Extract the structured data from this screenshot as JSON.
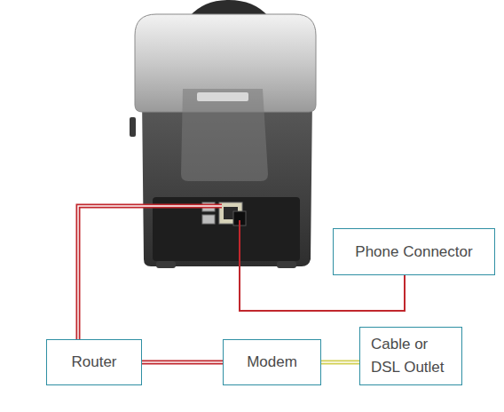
{
  "diagram": {
    "nodes": [
      {
        "text": [
          "Phone Connector"
        ]
      },
      {
        "text": [
          "Router"
        ]
      },
      {
        "text": [
          "Modem"
        ]
      },
      {
        "text": [
          "Cable or DSL Outlet"
        ]
      }
    ],
    "edges": [
      {
        "from": 1,
        "to": 2,
        "arrow": "none"
      },
      {
        "from": 2,
        "to": 3,
        "arrow": "none"
      }
    ]
  }
}
